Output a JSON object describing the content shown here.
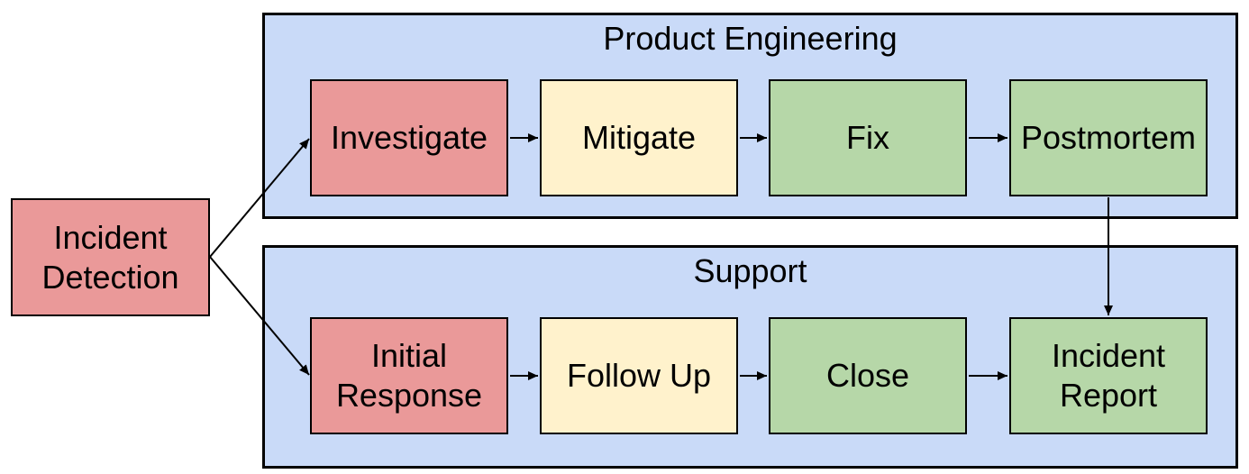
{
  "start": {
    "id": "incident-detection",
    "label": "Incident\nDetection",
    "color_key": "red"
  },
  "lanes": [
    {
      "title": "Product Engineering",
      "nodes": [
        {
          "id": "investigate",
          "label": "Investigate",
          "color_key": "red"
        },
        {
          "id": "mitigate",
          "label": "Mitigate",
          "color_key": "yellow"
        },
        {
          "id": "fix",
          "label": "Fix",
          "color_key": "green"
        },
        {
          "id": "postmortem",
          "label": "Postmortem",
          "color_key": "green"
        }
      ]
    },
    {
      "title": "Support",
      "nodes": [
        {
          "id": "initial-response",
          "label": "Initial\nResponse",
          "color_key": "red"
        },
        {
          "id": "follow-up",
          "label": "Follow Up",
          "color_key": "yellow"
        },
        {
          "id": "close",
          "label": "Close",
          "color_key": "green"
        },
        {
          "id": "incident-report",
          "label": "Incident\nReport",
          "color_key": "green"
        }
      ]
    }
  ],
  "edges": [
    {
      "from": "incident-detection",
      "to": "investigate"
    },
    {
      "from": "incident-detection",
      "to": "initial-response"
    },
    {
      "from": "investigate",
      "to": "mitigate"
    },
    {
      "from": "mitigate",
      "to": "fix"
    },
    {
      "from": "fix",
      "to": "postmortem"
    },
    {
      "from": "postmortem",
      "to": "incident-report"
    },
    {
      "from": "initial-response",
      "to": "follow-up"
    },
    {
      "from": "follow-up",
      "to": "close"
    },
    {
      "from": "close",
      "to": "incident-report"
    }
  ],
  "colors": {
    "red": "#ea9999",
    "yellow": "#fff2cc",
    "green": "#b6d7a8",
    "lane": "#c9daf8",
    "border": "#000000",
    "background": "#ffffff"
  }
}
